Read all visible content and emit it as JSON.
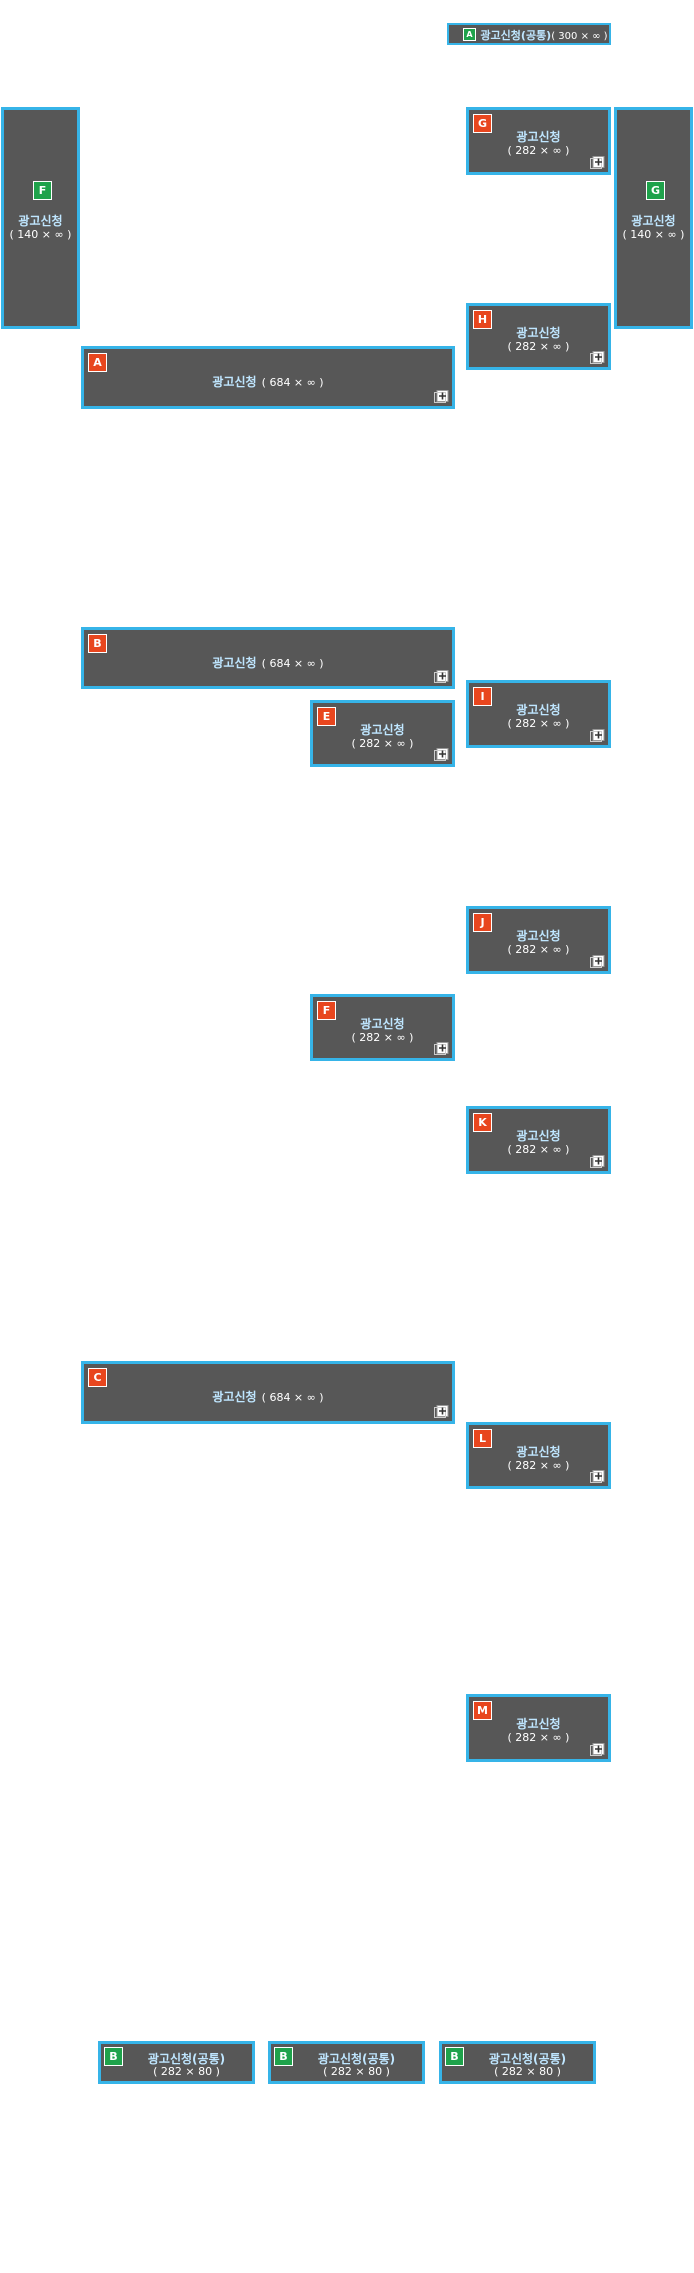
{
  "ad_label": "광고신청",
  "common_label": "광고신청(공통)",
  "sizes": {
    "w300": "( 300 × ∞ )",
    "w140": "( 140 × ∞ )",
    "w684": "( 684 × ∞ )",
    "w282": "( 282 × ∞ )",
    "w282x80": "( 282 × 80 )"
  },
  "badges": {
    "top_common": "A",
    "left_skyscraper": "F",
    "right_skyscraper": "G",
    "wide_a": "A",
    "wide_b": "B",
    "wide_c": "C",
    "mid_e": "E",
    "mid_f": "F",
    "side_g": "G",
    "side_h": "H",
    "side_i": "I",
    "side_j": "J",
    "side_k": "K",
    "side_l": "L",
    "side_m": "M",
    "bottom_1": "B",
    "bottom_2": "B",
    "bottom_3": "B"
  },
  "colors": {
    "slot_bg": "#575757",
    "border": "#36b4e8",
    "badge_red": "#e8461e",
    "badge_green": "#1fa24b",
    "label_blue": "#bfe6ff"
  },
  "icons": {
    "expand": "plus-square-icon"
  }
}
